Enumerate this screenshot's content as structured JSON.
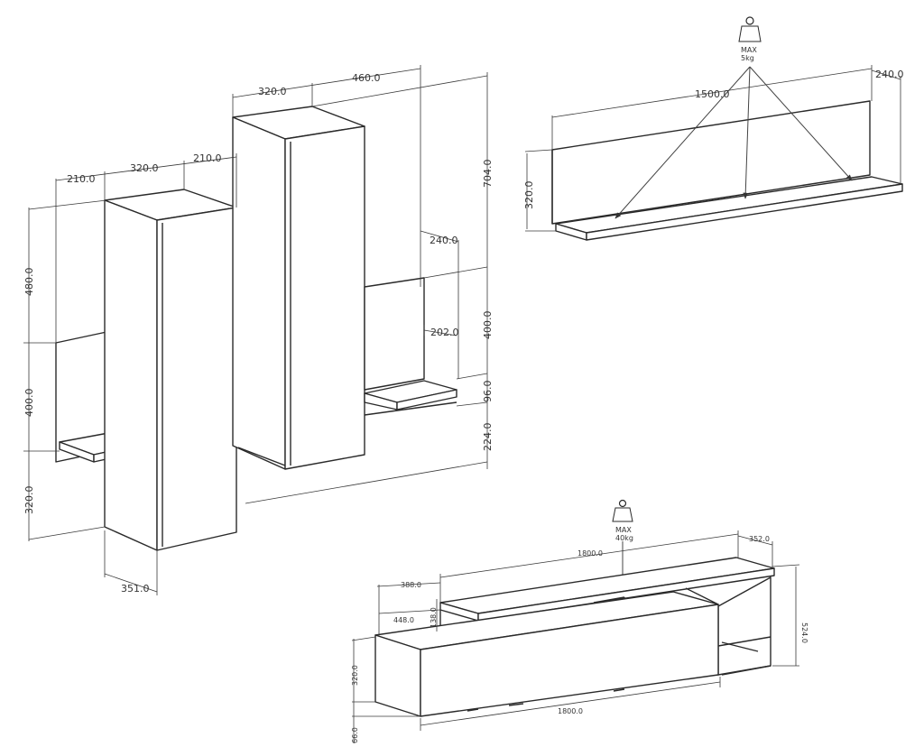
{
  "wall_units": {
    "top_widths": [
      "210.0",
      "320.0",
      "210.0"
    ],
    "tall_top_widths": [
      "320.0",
      "460.0"
    ],
    "left_heights": [
      "480.0",
      "400.0",
      "320.0"
    ],
    "right_heights": [
      "704.0",
      "400.0",
      "96.0",
      "224.0"
    ],
    "shelf_dims": [
      "240.0",
      "202.0"
    ],
    "bottom_depth": "351.0"
  },
  "wall_shelf": {
    "width": "1500.0",
    "depth": "240.0",
    "height": "320.0",
    "max_label": "MAX",
    "max_load": "5kg"
  },
  "tv_stand": {
    "total_width": "1800.0",
    "bottom_width": "1800.0",
    "depth": "352.0",
    "height": "524.0",
    "top_unit_width": "388.0",
    "top_unit_height": "138.0",
    "drawer_height": "320.0",
    "foot_height": "66.0",
    "side_depth": "448.0",
    "max_label": "MAX",
    "max_load": "40kg"
  }
}
